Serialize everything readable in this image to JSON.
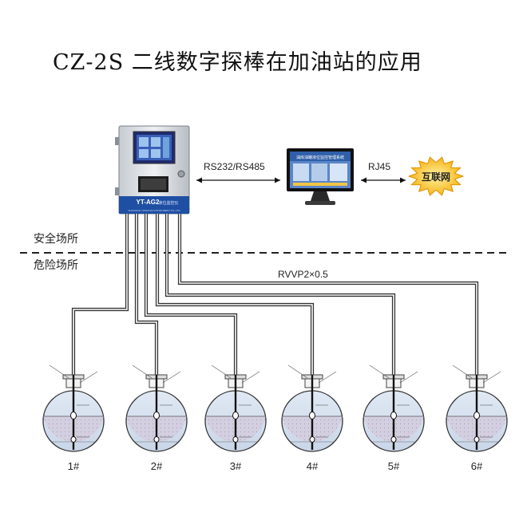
{
  "title": "CZ-2S 二线数字探棒在加油站的应用",
  "zones": {
    "safe": "安全场所",
    "hazard": "危险场所"
  },
  "controller": {
    "model": "YT-AG2",
    "subtitle": "液位监控仪",
    "brand": "SHANGHAI YONGTIAN INSTRUMENT CO.,LTD"
  },
  "links": {
    "serial": "RS232/RS485",
    "network": "RJ45"
  },
  "internet": "互联网",
  "monitor_banner": "油库油罐液位监控管理系统",
  "cable": "RVVP2×0.5",
  "tanks": [
    "1#",
    "2#",
    "3#",
    "4#",
    "5#",
    "6#"
  ]
}
